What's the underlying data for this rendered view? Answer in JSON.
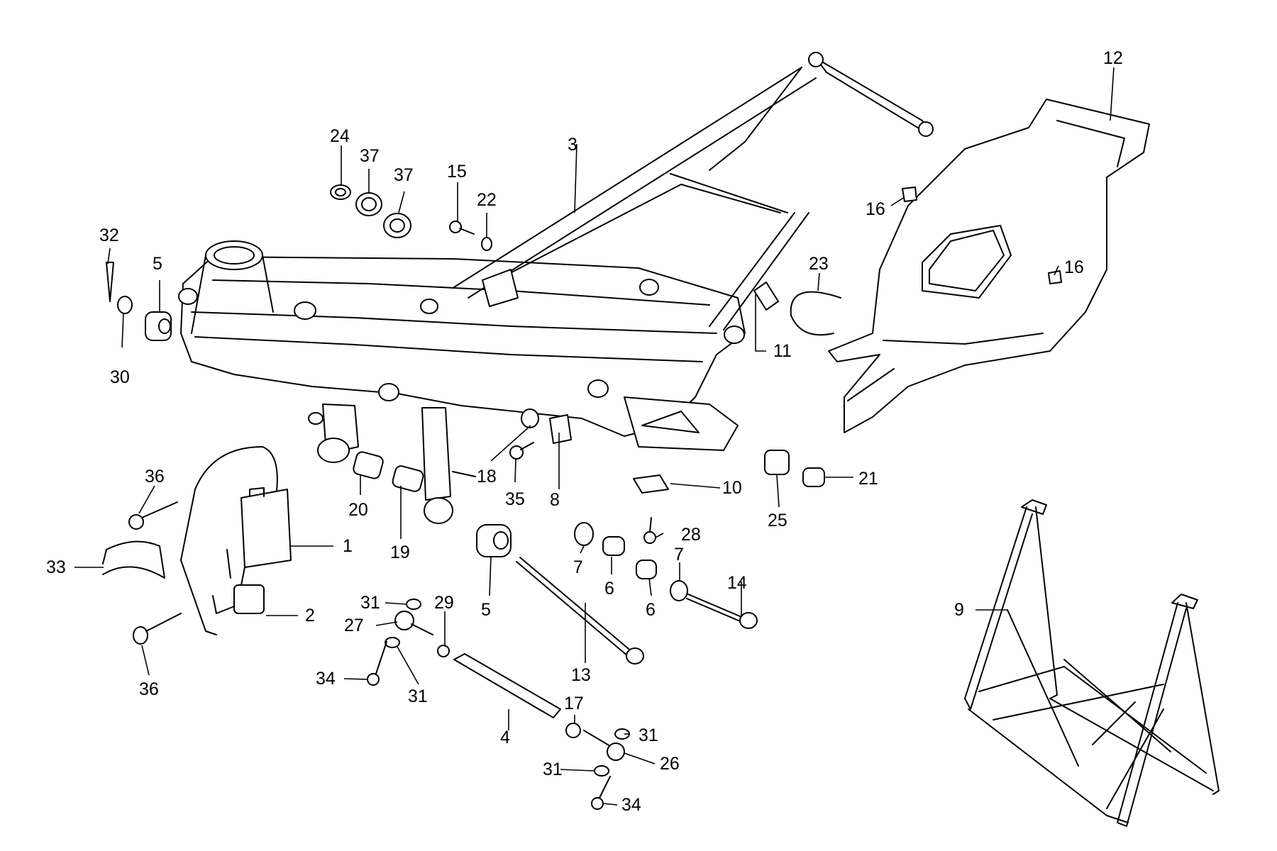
{
  "diagram": {
    "callouts": [
      "1",
      "2",
      "3",
      "4",
      "5",
      "5",
      "6",
      "6",
      "7",
      "7",
      "8",
      "9",
      "10",
      "11",
      "12",
      "13",
      "14",
      "15",
      "16",
      "16",
      "17",
      "18",
      "19",
      "20",
      "21",
      "22",
      "23",
      "24",
      "25",
      "26",
      "27",
      "28",
      "29",
      "30",
      "31",
      "31",
      "31",
      "31",
      "32",
      "33",
      "34",
      "34",
      "35",
      "36",
      "36",
      "37",
      "37"
    ]
  }
}
